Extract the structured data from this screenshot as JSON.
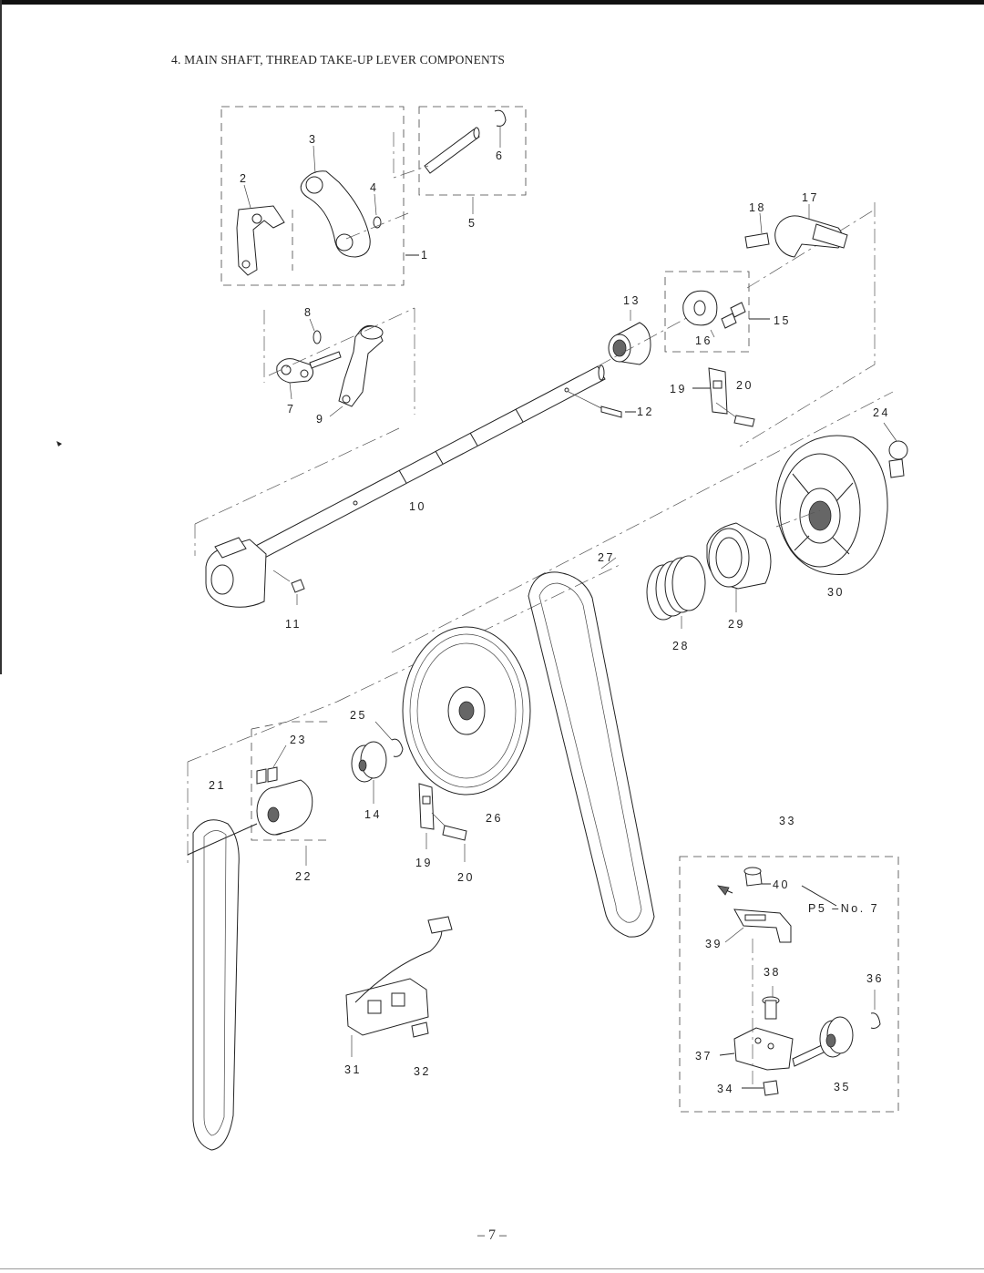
{
  "title": "4. MAIN SHAFT, THREAD TAKE-UP LEVER COMPONENTS",
  "page_number": "– 7 –",
  "reference_note": "P5 –No. 7",
  "part_labels": {
    "p1": "1",
    "p2": "2",
    "p3": "3",
    "p4": "4",
    "p5": "5",
    "p6": "6",
    "p7": "7",
    "p8": "8",
    "p9": "9",
    "p10": "10",
    "p11": "11",
    "p12": "12",
    "p13": "13",
    "p14": "14",
    "p15": "15",
    "p16": "16",
    "p17": "17",
    "p18": "18",
    "p19a": "19",
    "p19b": "19",
    "p20a": "20",
    "p20b": "20",
    "p21": "21",
    "p22": "22",
    "p23": "23",
    "p24": "24",
    "p25": "25",
    "p26": "26",
    "p27": "27",
    "p28": "28",
    "p29": "29",
    "p30": "30",
    "p31": "31",
    "p32": "32",
    "p33": "33",
    "p34": "34",
    "p35": "35",
    "p36": "36",
    "p37": "37",
    "p38": "38",
    "p39": "39",
    "p40": "40"
  }
}
